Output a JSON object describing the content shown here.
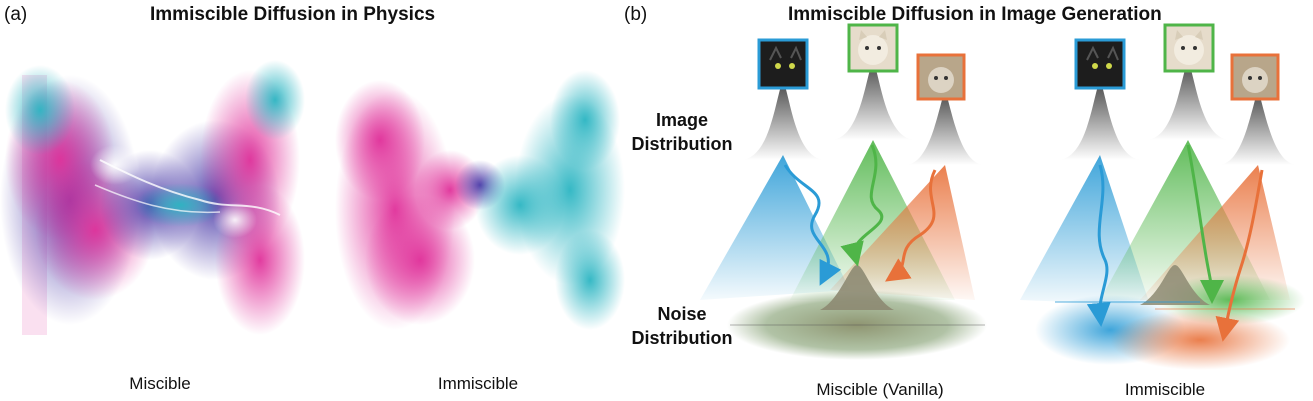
{
  "panel_a": {
    "letter": "(a)",
    "title": "Immiscible Diffusion in Physics",
    "caption_left": "Miscible",
    "caption_right": "Immiscible"
  },
  "panel_b": {
    "letter": "(b)",
    "title": "Immiscible Diffusion in Image Generation",
    "label_image_line1": "Image",
    "label_image_line2": "Distribution",
    "label_noise_line1": "Noise",
    "label_noise_line2": "Distribution",
    "caption_left": "Miscible (Vanilla)",
    "caption_right": "Immiscible"
  },
  "colors": {
    "blue": "#2a9bd6",
    "green": "#4fb548",
    "orange": "#e8713a",
    "magenta": "#e0319a",
    "cyan": "#2bb5c2",
    "purple": "#4a3aa8"
  }
}
